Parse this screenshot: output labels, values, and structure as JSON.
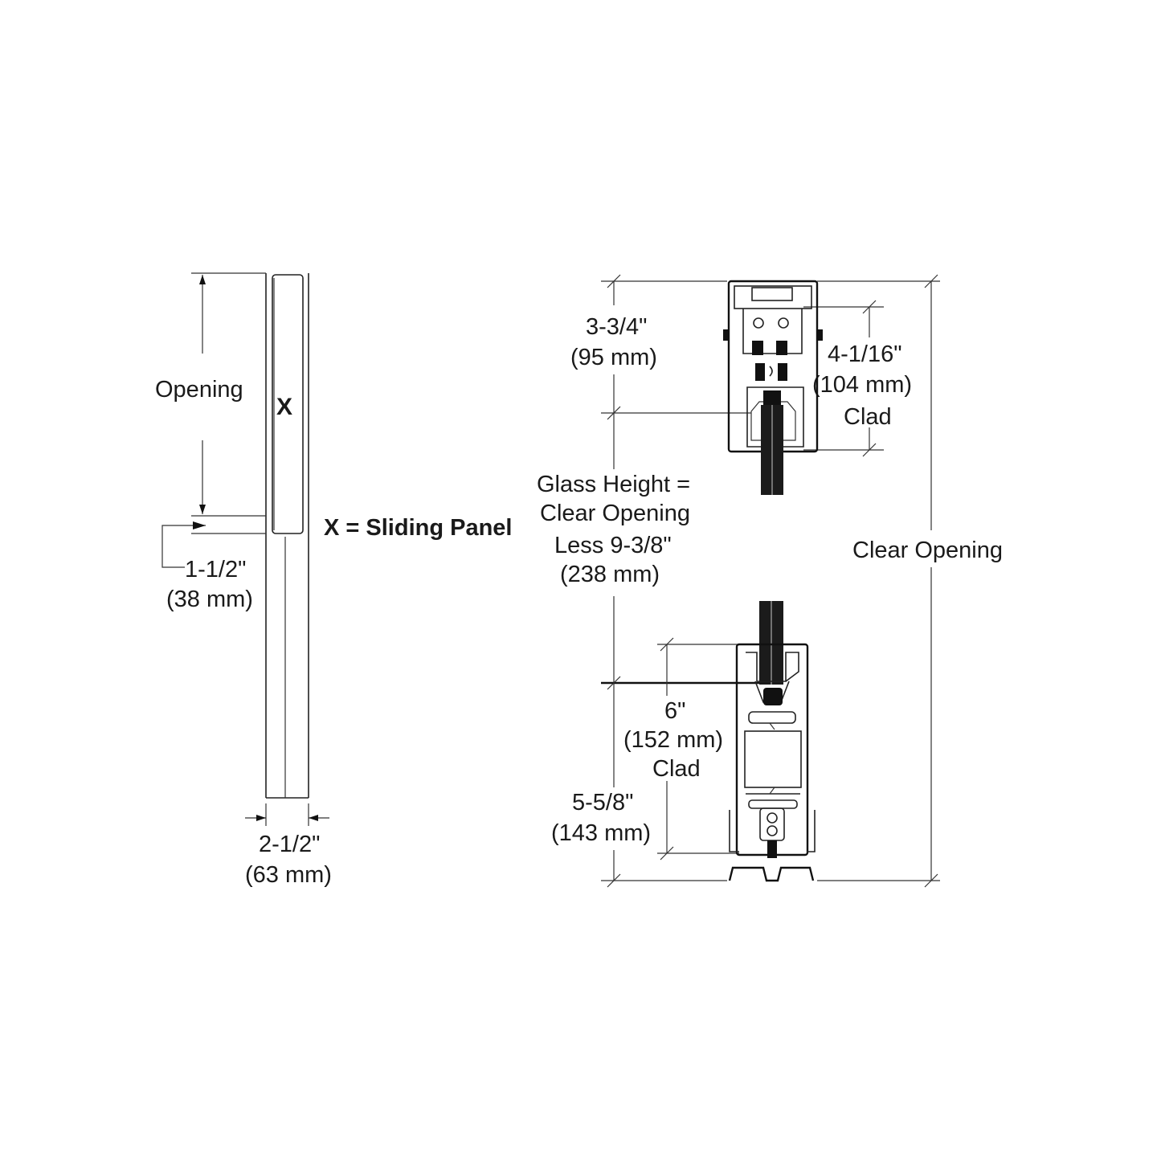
{
  "left_view": {
    "opening_label": "Opening",
    "panel_mark": "X",
    "legend": "X = Sliding Panel",
    "offset_in": "1-1/2\"",
    "offset_mm": "(38 mm)",
    "width_in": "2-1/2\"",
    "width_mm": "(63 mm)"
  },
  "right_view": {
    "header_in": "3-3/4\"",
    "header_mm": "(95 mm)",
    "top_clad_in": "4-1/16\"",
    "top_clad_mm": "(104 mm)",
    "top_clad_word": "Clad",
    "glass_line1": "Glass Height =",
    "glass_line2": "Clear Opening",
    "glass_line3": "Less 9-3/8\"",
    "glass_line4": "(238 mm)",
    "clear_opening": "Clear Opening",
    "bottom_clad_in": "6\"",
    "bottom_clad_mm": "(152 mm)",
    "bottom_clad_word": "Clad",
    "sill_in": "5-5/8\"",
    "sill_mm": "(143 mm)"
  }
}
